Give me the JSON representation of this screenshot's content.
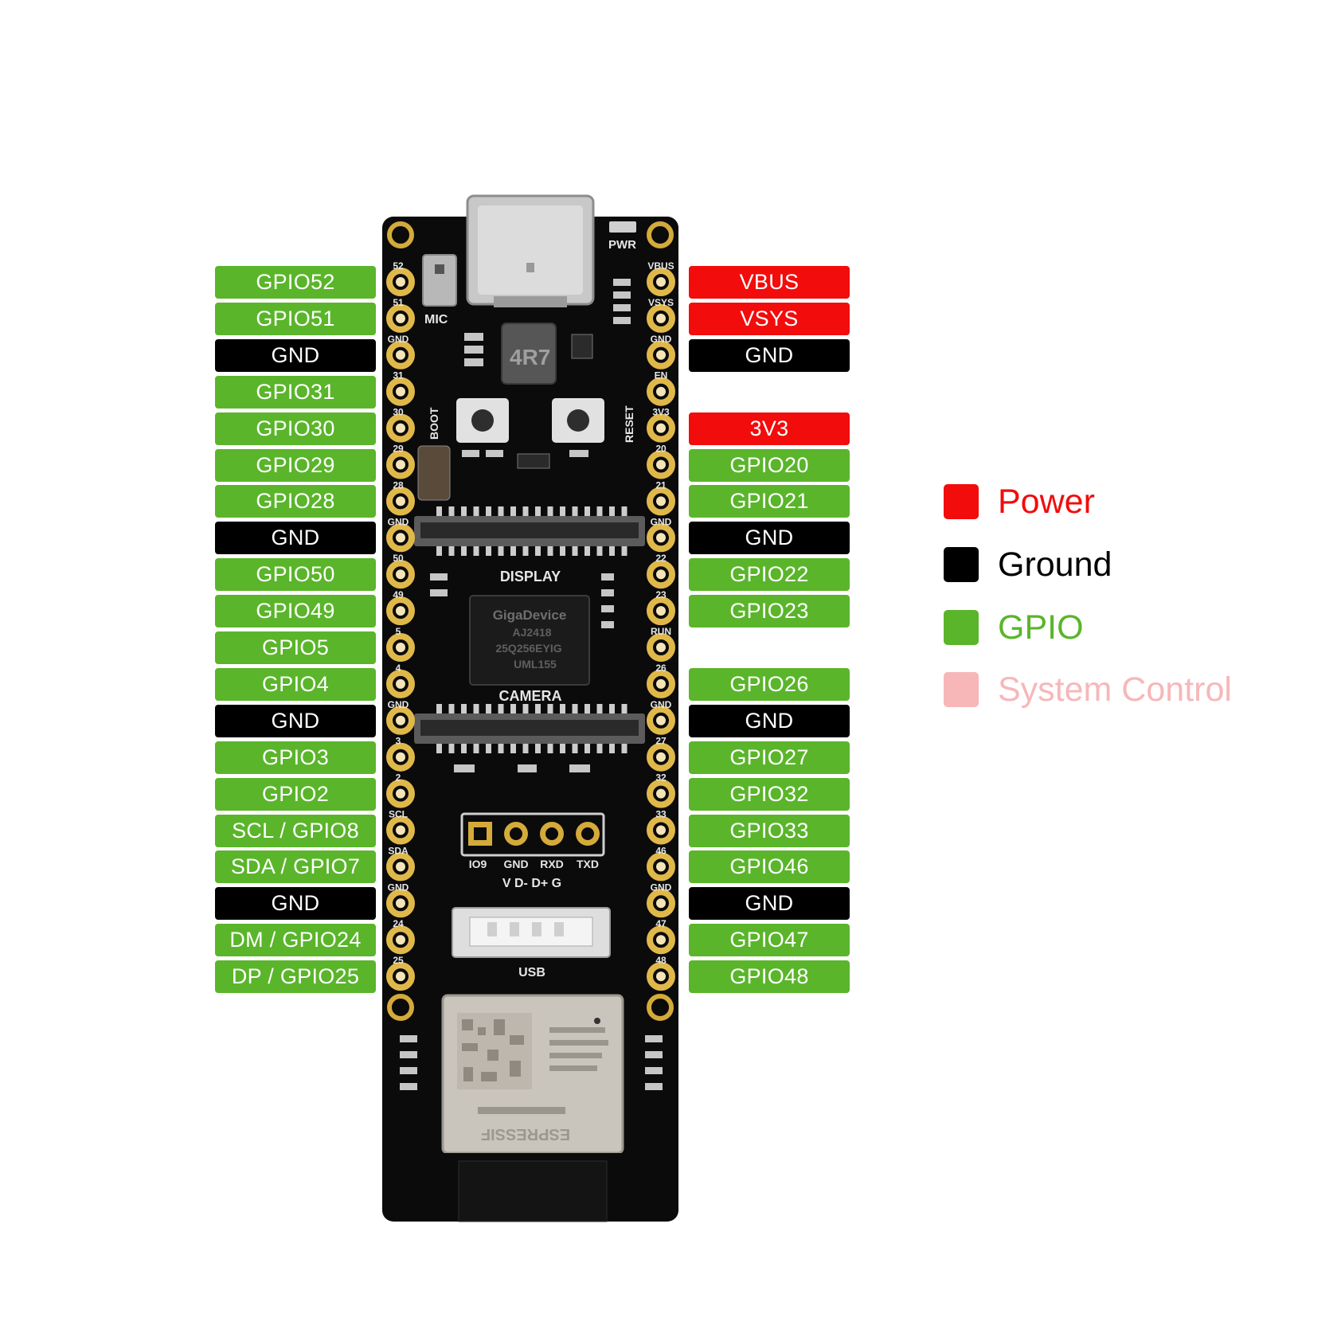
{
  "colors": {
    "power": "#f20c0c",
    "ground": "#000000",
    "gpio": "#5ab52a",
    "system": "#f7b7b9"
  },
  "legend": [
    {
      "label": "Power",
      "kind": "power"
    },
    {
      "label": "Ground",
      "kind": "ground"
    },
    {
      "label": "GPIO",
      "kind": "gpio"
    },
    {
      "label": "System Control",
      "kind": "system"
    }
  ],
  "left_pins": [
    {
      "label": "GPIO52",
      "kind": "gpio"
    },
    {
      "label": "GPIO51",
      "kind": "gpio"
    },
    {
      "label": "GND",
      "kind": "ground"
    },
    {
      "label": "GPIO31",
      "kind": "gpio"
    },
    {
      "label": "GPIO30",
      "kind": "gpio"
    },
    {
      "label": "GPIO29",
      "kind": "gpio"
    },
    {
      "label": "GPIO28",
      "kind": "gpio"
    },
    {
      "label": "GND",
      "kind": "ground"
    },
    {
      "label": "GPIO50",
      "kind": "gpio"
    },
    {
      "label": "GPIO49",
      "kind": "gpio"
    },
    {
      "label": "GPIO5",
      "kind": "gpio"
    },
    {
      "label": "GPIO4",
      "kind": "gpio"
    },
    {
      "label": "GND",
      "kind": "ground"
    },
    {
      "label": "GPIO3",
      "kind": "gpio"
    },
    {
      "label": "GPIO2",
      "kind": "gpio"
    },
    {
      "label": "SCL / GPIO8",
      "kind": "gpio"
    },
    {
      "label": "SDA / GPIO7",
      "kind": "gpio"
    },
    {
      "label": "GND",
      "kind": "ground"
    },
    {
      "label": "DM / GPIO24",
      "kind": "gpio"
    },
    {
      "label": "DP / GPIO25",
      "kind": "gpio"
    }
  ],
  "right_pins": [
    {
      "label": "VBUS",
      "kind": "power"
    },
    {
      "label": "VSYS",
      "kind": "power"
    },
    {
      "label": "GND",
      "kind": "ground"
    },
    {
      "label": "EN",
      "kind": "system"
    },
    {
      "label": "3V3",
      "kind": "power"
    },
    {
      "label": "GPIO20",
      "kind": "gpio"
    },
    {
      "label": "GPIO21",
      "kind": "gpio"
    },
    {
      "label": "GND",
      "kind": "ground"
    },
    {
      "label": "GPIO22",
      "kind": "gpio"
    },
    {
      "label": "GPIO23",
      "kind": "gpio"
    },
    {
      "label": "RUN",
      "kind": "system"
    },
    {
      "label": "GPIO26",
      "kind": "gpio"
    },
    {
      "label": "GND",
      "kind": "ground"
    },
    {
      "label": "GPIO27",
      "kind": "gpio"
    },
    {
      "label": "GPIO32",
      "kind": "gpio"
    },
    {
      "label": "GPIO33",
      "kind": "gpio"
    },
    {
      "label": "GPIO46",
      "kind": "gpio"
    },
    {
      "label": "GND",
      "kind": "ground"
    },
    {
      "label": "GPIO47",
      "kind": "gpio"
    },
    {
      "label": "GPIO48",
      "kind": "gpio"
    }
  ],
  "board": {
    "left_silk": [
      "52",
      "51",
      "GND",
      "31",
      "30",
      "29",
      "28",
      "GND",
      "50",
      "49",
      "5",
      "4",
      "GND",
      "3",
      "2",
      "SCL",
      "SDA",
      "GND",
      "24",
      "25"
    ],
    "right_silk": [
      "VBUS",
      "VSYS",
      "GND",
      "EN",
      "3V3",
      "20",
      "21",
      "GND",
      "22",
      "23",
      "RUN",
      "26",
      "GND",
      "27",
      "32",
      "33",
      "46",
      "GND",
      "47",
      "48"
    ],
    "labels": {
      "pwr": "PWR",
      "mic": "MIC",
      "inductor": "4R7",
      "boot": "BOOT",
      "reset": "RESET",
      "display": "DISPLAY",
      "camera": "CAMERA",
      "flash_brand": "GigaDevice",
      "flash_line1": "AJ2418",
      "flash_line2": "25Q256EYIG",
      "flash_line3": "UML155",
      "uart_io9": "IO9",
      "uart_gnd": "GND",
      "uart_rxd": "RXD",
      "uart_txd": "TXD",
      "usb_pins": "V D- D+ G",
      "usb": "USB",
      "module_brand": "ESPRESSIF"
    }
  }
}
